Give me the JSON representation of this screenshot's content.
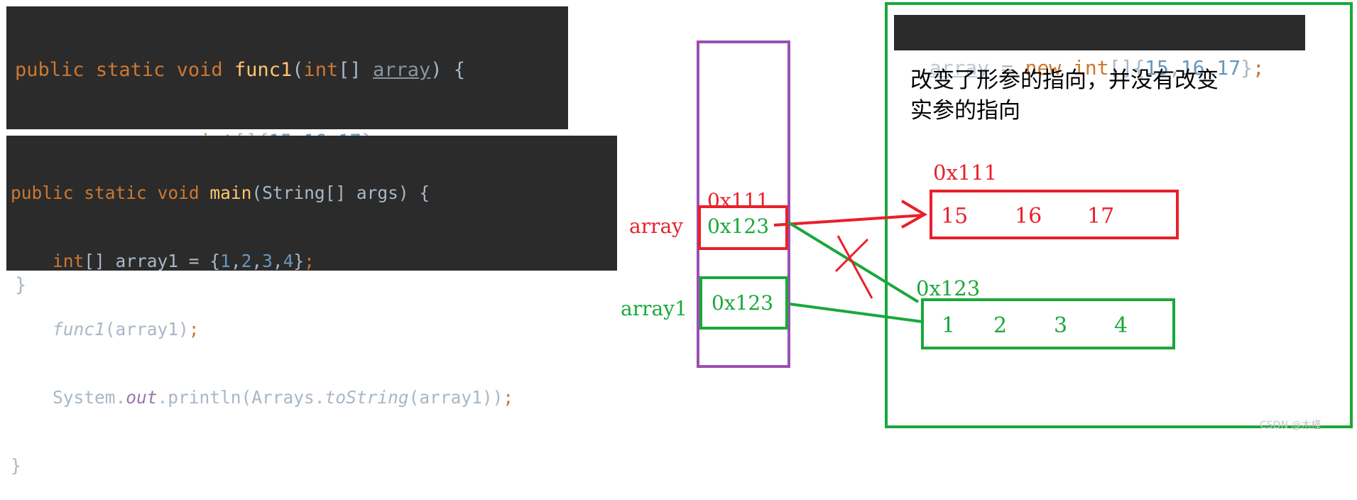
{
  "code_func1": {
    "l1_public": "public",
    "l1_static": "static",
    "l1_void": "void",
    "l1_name": "func1",
    "l1_open": "(",
    "l1_int": "int",
    "l1_brackets": "[] ",
    "l1_param": "array",
    "l1_close": ") {",
    "l2_indent": "    ",
    "l2_var": "array",
    "l2_eq": " = ",
    "l2_new": "new",
    "l2_sp": " ",
    "l2_int": "int",
    "l2_open": "[]{",
    "l2_n1": "15",
    "l2_c1": ",",
    "l2_n2": "16",
    "l2_c2": ",",
    "l2_n3": "17",
    "l2_close": "}",
    "l2_semi": ";",
    "l4": "}"
  },
  "code_main": {
    "l1_public": "public",
    "l1_static": "static",
    "l1_void": "void",
    "l1_name": "main",
    "l1_rest": "(String[] args) {",
    "l2_indent": "    ",
    "l2_int": "int",
    "l2_rest": "[] array1 = {",
    "l2_n1": "1",
    "l2_c1": ",",
    "l2_n2": "2",
    "l2_c2": ",",
    "l2_n3": "3",
    "l2_c3": ",",
    "l2_n4": "4",
    "l2_close": "}",
    "l2_semi": ";",
    "l3_indent": "    ",
    "l3_fn": "func1",
    "l3_rest": "(array1)",
    "l3_semi": ";",
    "l4_indent": "    ",
    "l4_a": "System.",
    "l4_out": "out",
    "l4_b": ".println(Arrays.",
    "l4_tostring": "toString",
    "l4_c": "(array1))",
    "l4_semi": ";",
    "l5": "}"
  },
  "code_right": {
    "var": "array",
    "eq": " = ",
    "new": "new",
    "sp": " ",
    "int": "int",
    "open": "[]{",
    "n1": "15",
    "c1": ",",
    "n2": "16",
    "c2": ",",
    "n3": "17",
    "close": "}",
    "semi": ";"
  },
  "note_line1": "改变了形参的指向，并没有改变",
  "note_line2": "实参的指向",
  "stack": {
    "array_label": "array",
    "array_old_addr": "0x111",
    "array_new_addr": "0x123",
    "array1_label": "array1",
    "array1_addr": "0x123"
  },
  "heap": {
    "red_addr": "0x111",
    "red_values": [
      "15",
      "16",
      "17"
    ],
    "green_addr": "0x123",
    "green_values": [
      "1",
      "2",
      "3",
      "4"
    ]
  },
  "watermark": "CSDN @木槿",
  "colors": {
    "red": "#e8202a",
    "green": "#1aa83a",
    "purple": "#9b4fb0",
    "code_bg": "#2b2b2b"
  }
}
